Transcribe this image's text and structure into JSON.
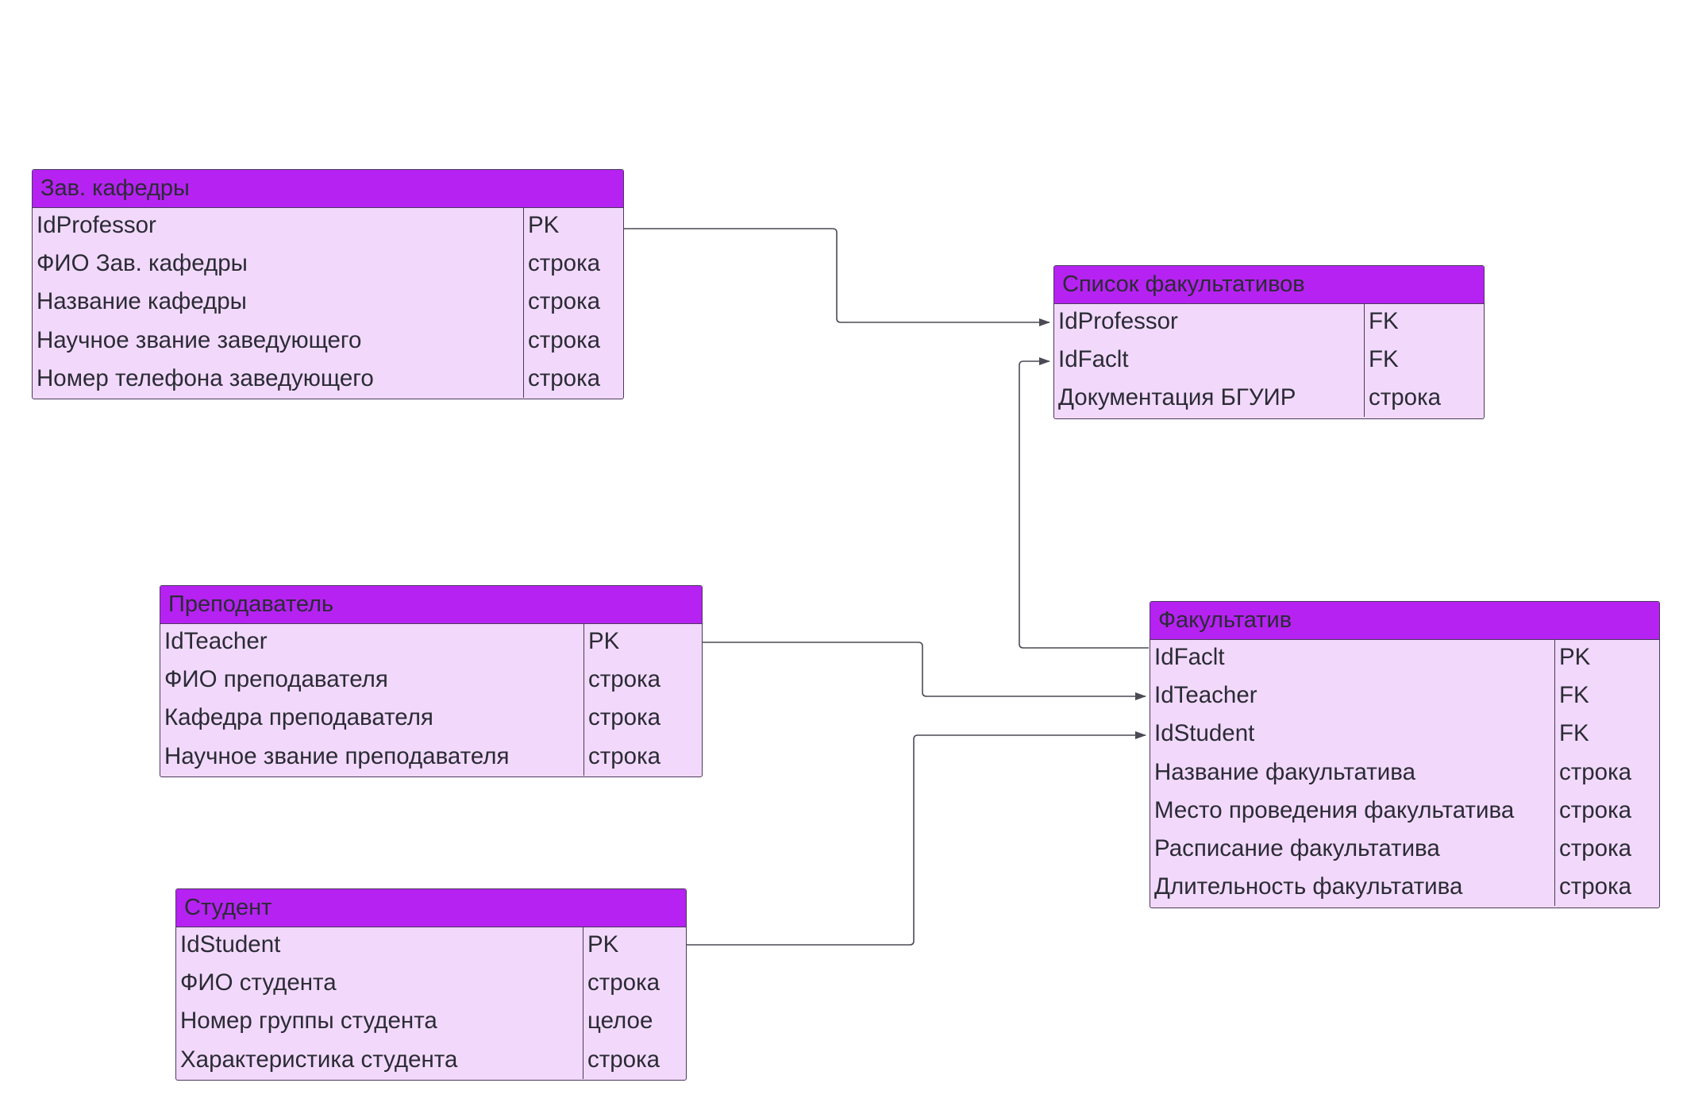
{
  "colors": {
    "header": "#b622f2",
    "body": "#f2d9fb",
    "border": "#4a3a5c",
    "line": "#4a4a55"
  },
  "entities": {
    "zav": {
      "title": "Зав. кафедры",
      "rows": [
        {
          "name": "IdProfessor",
          "type": "PK"
        },
        {
          "name": "ФИО Зав. кафедры",
          "type": "строка"
        },
        {
          "name": "Название кафедры",
          "type": "строка"
        },
        {
          "name": "Научное звание заведующего",
          "type": "строка"
        },
        {
          "name": "Номер телефона заведующего",
          "type": "строка"
        }
      ]
    },
    "spisok": {
      "title": "Список факультативов",
      "rows": [
        {
          "name": "IdProfessor",
          "type": "FK"
        },
        {
          "name": "IdFaclt",
          "type": "FK"
        },
        {
          "name": "Документация БГУИР",
          "type": "строка"
        }
      ]
    },
    "teacher": {
      "title": "Преподаватель",
      "rows": [
        {
          "name": "IdTeacher",
          "type": "PK"
        },
        {
          "name": "ФИО преподавателя",
          "type": "строка"
        },
        {
          "name": "Кафедра преподавателя",
          "type": "строка"
        },
        {
          "name": "Научное звание преподавателя",
          "type": "строка"
        }
      ]
    },
    "fakultativ": {
      "title": "Факультатив",
      "rows": [
        {
          "name": "IdFaclt",
          "type": "PK"
        },
        {
          "name": "IdTeacher",
          "type": "FK"
        },
        {
          "name": "IdStudent",
          "type": "FK"
        },
        {
          "name": "Название факультатива",
          "type": "строка"
        },
        {
          "name": "Место проведения факультатива",
          "type": "строка"
        },
        {
          "name": "Расписание факультатива",
          "type": "строка"
        },
        {
          "name": "Длительность факультатива",
          "type": "строка"
        }
      ]
    },
    "student": {
      "title": "Студент",
      "rows": [
        {
          "name": "IdStudent",
          "type": "PK"
        },
        {
          "name": "ФИО студента",
          "type": "строка"
        },
        {
          "name": "Номер группы студента",
          "type": "целое"
        },
        {
          "name": "Характеристика студента",
          "type": "строка"
        }
      ]
    }
  },
  "relationships": [
    {
      "from": "Зав. кафедры.IdProfessor",
      "to": "Список факультативов.IdProfessor"
    },
    {
      "from": "Факультатив.IdFaclt",
      "to": "Список факультативов.IdFaclt"
    },
    {
      "from": "Преподаватель.IdTeacher",
      "to": "Факультатив.IdTeacher"
    },
    {
      "from": "Студент.IdStudent",
      "to": "Факультатив.IdStudent"
    }
  ]
}
